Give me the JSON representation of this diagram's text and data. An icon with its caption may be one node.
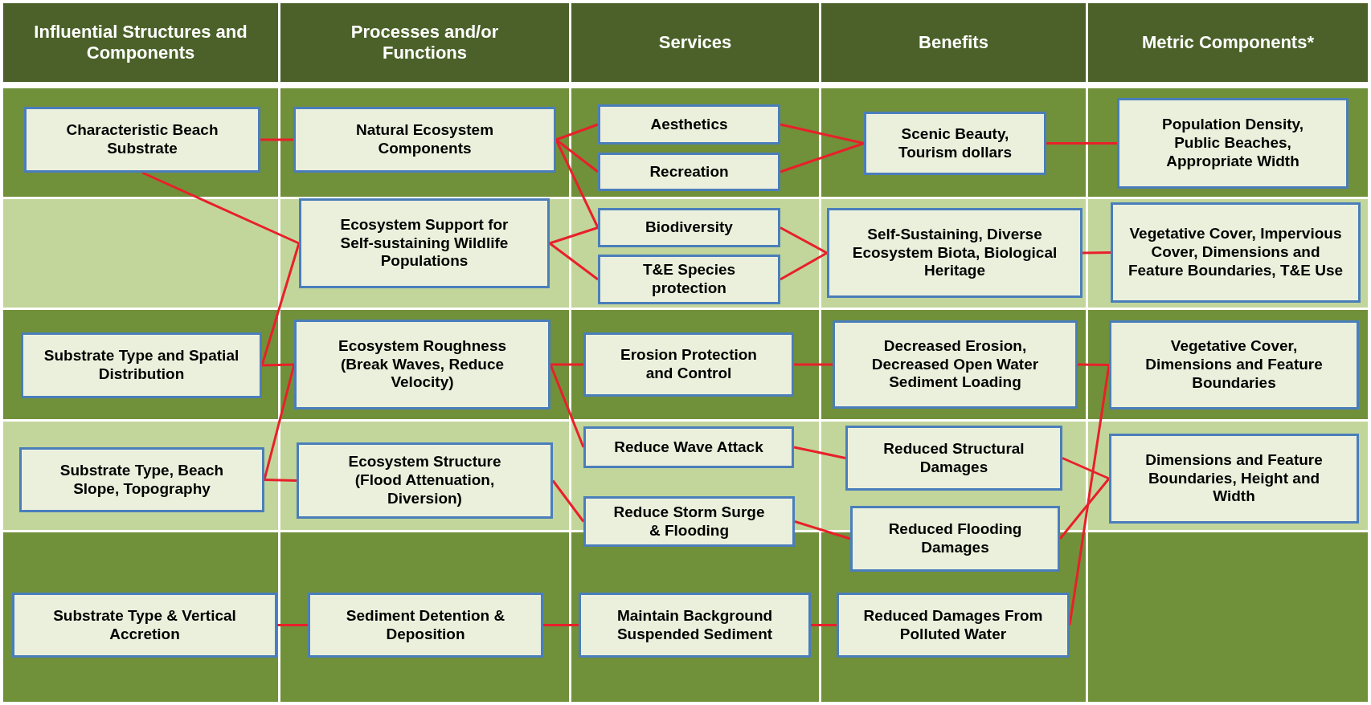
{
  "diagram": {
    "nodes": [
      {
        "text": [
          "Characteristic Beach Substrate"
        ]
      },
      {
        "text": [
          "Natural Ecosystem Components"
        ]
      },
      {
        "text": [
          "Ecosystem Support for Self-sustaining Wildlife Populations"
        ]
      },
      {
        "text": [
          "Aesthetics"
        ]
      },
      {
        "text": [
          "Recreation"
        ]
      },
      {
        "text": [
          "Biodiversity"
        ]
      },
      {
        "text": [
          "T&E Species protection"
        ]
      },
      {
        "text": [
          "Scenic Beauty, Tourism dollars"
        ]
      },
      {
        "text": [
          "Self-Sustaining, Diverse Ecosystem Biota, Biological Heritage"
        ]
      },
      {
        "text": [
          "Population Density, Public Beaches, Appropriate Width"
        ]
      },
      {
        "text": [
          "Vegetative Cover, Impervious Cover, Dimensions and Feature Boundaries, T&E Use"
        ]
      },
      {
        "text": [
          "Substrate Type and Spatial Distribution"
        ]
      },
      {
        "text": [
          "Ecosystem Roughness (Break Waves, Reduce Velocity)"
        ]
      },
      {
        "text": [
          "Erosion Protection and Control"
        ]
      },
      {
        "text": [
          "Decreased Erosion, Decreased Open Water Sediment Loading"
        ]
      },
      {
        "text": [
          "Vegetative Cover, Dimensions and Feature Boundaries"
        ]
      },
      {
        "text": [
          "Substrate Type, Beach Slope, Topography"
        ]
      },
      {
        "text": [
          "Ecosystem Structure (Flood Attenuation, Diversion)"
        ]
      },
      {
        "text": [
          "Reduce Wave Attack"
        ]
      },
      {
        "text": [
          "Reduced Structural Damages"
        ]
      },
      {
        "text": [
          "Reduce Storm Surge & Flooding"
        ]
      },
      {
        "text": [
          "Reduced Flooding Damages"
        ]
      },
      {
        "text": [
          "Dimensions and Feature Boundaries, Height and Width"
        ]
      },
      {
        "text": [
          "Substrate Type & Vertical Accretion"
        ]
      },
      {
        "text": [
          "Sediment Detention & Deposition"
        ]
      },
      {
        "text": [
          "Maintain Background Suspended Sediment"
        ]
      },
      {
        "text": [
          "Reduced Damages From Polluted Water"
        ]
      }
    ],
    "edges": [
      {
        "from": 0,
        "to": 1,
        "arrow": "none"
      },
      {
        "from": 0,
        "to": 2,
        "arrow": "none"
      },
      {
        "from": 2,
        "to": 11,
        "arrow": "none"
      },
      {
        "from": 11,
        "to": 12,
        "arrow": "none"
      },
      {
        "from": 12,
        "to": 16,
        "arrow": "none"
      },
      {
        "from": 16,
        "to": 17,
        "arrow": "none"
      },
      {
        "from": 1,
        "to": 3,
        "arrow": "none"
      },
      {
        "from": 1,
        "to": 4,
        "arrow": "none"
      },
      {
        "from": 1,
        "to": 5,
        "arrow": "none"
      },
      {
        "from": 2,
        "to": 5,
        "arrow": "none"
      },
      {
        "from": 2,
        "to": 6,
        "arrow": "none"
      },
      {
        "from": 3,
        "to": 7,
        "arrow": "none"
      },
      {
        "from": 4,
        "to": 7,
        "arrow": "none"
      },
      {
        "from": 5,
        "to": 8,
        "arrow": "none"
      },
      {
        "from": 6,
        "to": 8,
        "arrow": "none"
      },
      {
        "from": 7,
        "to": 9,
        "arrow": "none"
      },
      {
        "from": 8,
        "to": 10,
        "arrow": "none"
      },
      {
        "from": 12,
        "to": 13,
        "arrow": "none"
      },
      {
        "from": 12,
        "to": 18,
        "arrow": "none"
      },
      {
        "from": 13,
        "to": 14,
        "arrow": "none"
      },
      {
        "from": 14,
        "to": 15,
        "arrow": "none"
      },
      {
        "from": 26,
        "to": 15,
        "arrow": "none"
      },
      {
        "from": 17,
        "to": 20,
        "arrow": "none"
      },
      {
        "from": 18,
        "to": 19,
        "arrow": "none"
      },
      {
        "from": 20,
        "to": 21,
        "arrow": "none"
      },
      {
        "from": 19,
        "to": 22,
        "arrow": "none"
      },
      {
        "from": 21,
        "to": 22,
        "arrow": "none"
      },
      {
        "from": 23,
        "to": 24,
        "arrow": "none"
      },
      {
        "from": 24,
        "to": 25,
        "arrow": "none"
      },
      {
        "from": 25,
        "to": 26,
        "arrow": "none"
      }
    ],
    "labels": [
      "Influential Structures and Components",
      "Processes and/or Functions",
      "Services",
      "Benefits",
      "Metric Components*"
    ]
  }
}
